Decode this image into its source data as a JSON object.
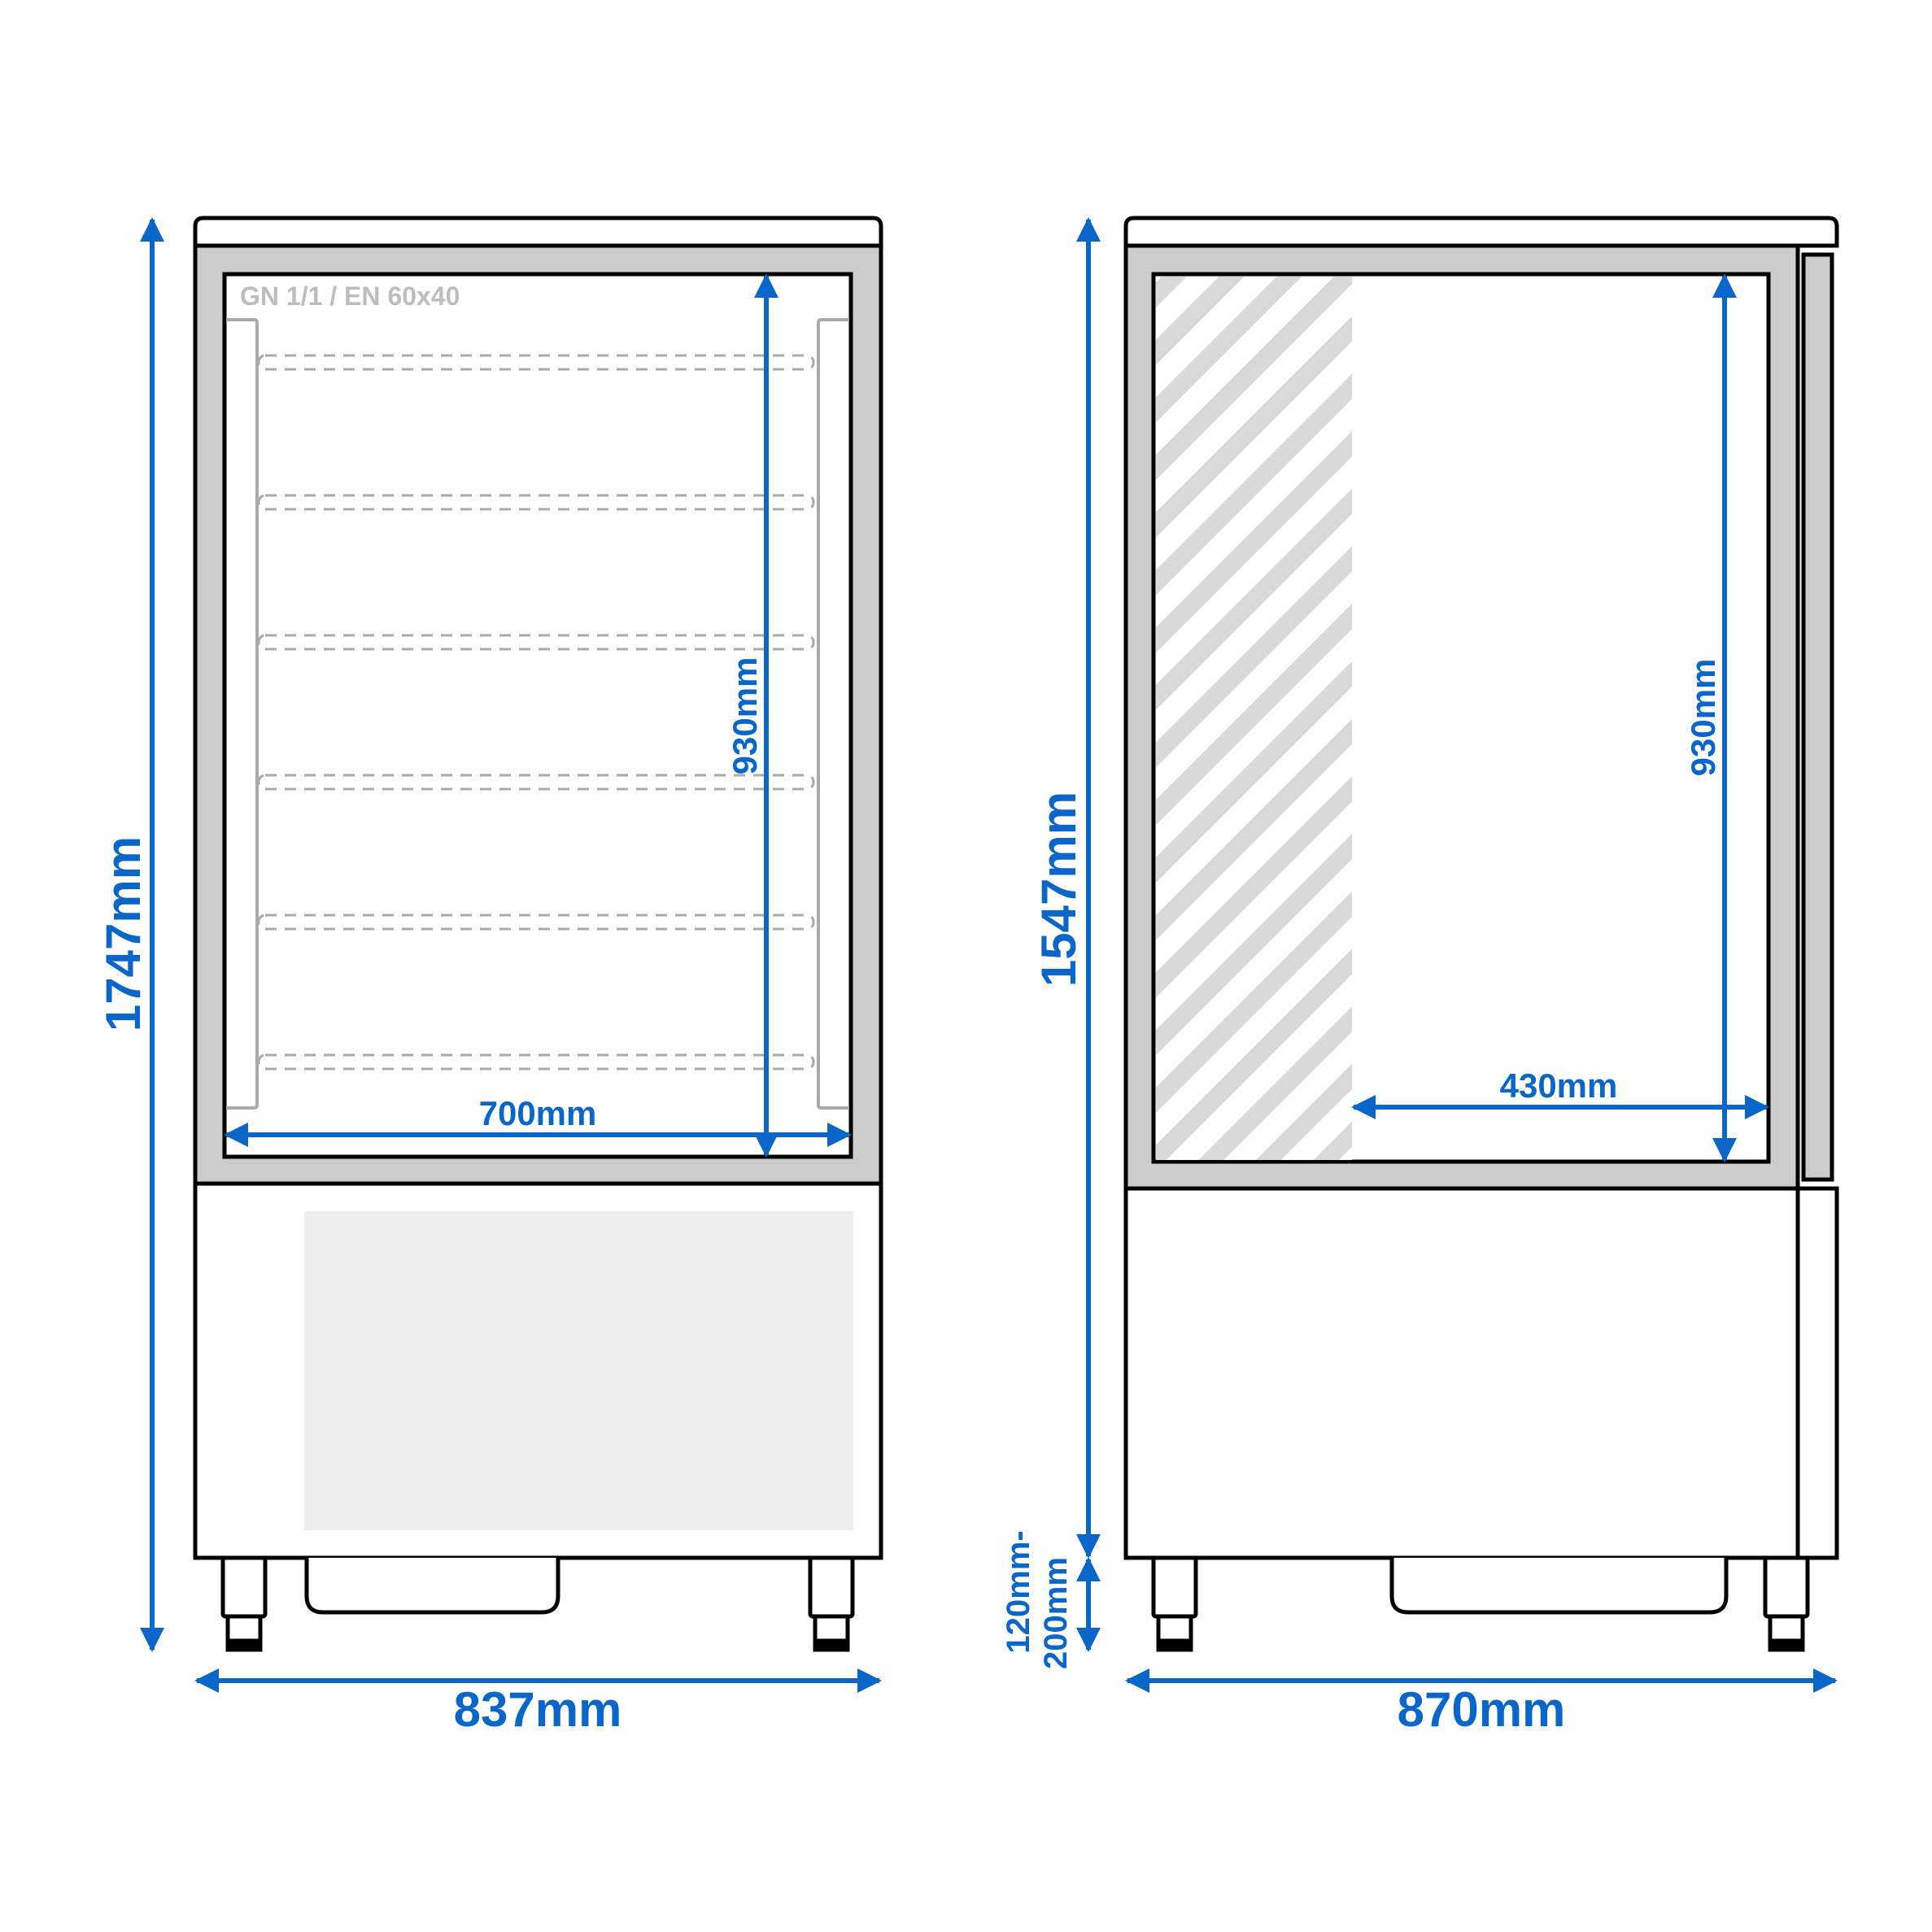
{
  "colors": {
    "dimension": "#0a66c8",
    "outline": "#000000",
    "frame": "#cccccc",
    "panel": "#eeeeee",
    "hatch": "#d9d9d9",
    "shelf": "#aaaaaa",
    "label": "#bdbdbd"
  },
  "front_view": {
    "label": "GN 1/1 / EN 60x40",
    "height_total": "1747mm",
    "width_total": "837mm",
    "inner_width": "700mm",
    "inner_height": "930mm",
    "shelf_count": 6
  },
  "side_view": {
    "height_body": "1547mm",
    "width_total": "870mm",
    "inner_depth": "430mm",
    "inner_height": "930mm",
    "leg_height_line1": "120mm-",
    "leg_height_line2": "200mm"
  }
}
